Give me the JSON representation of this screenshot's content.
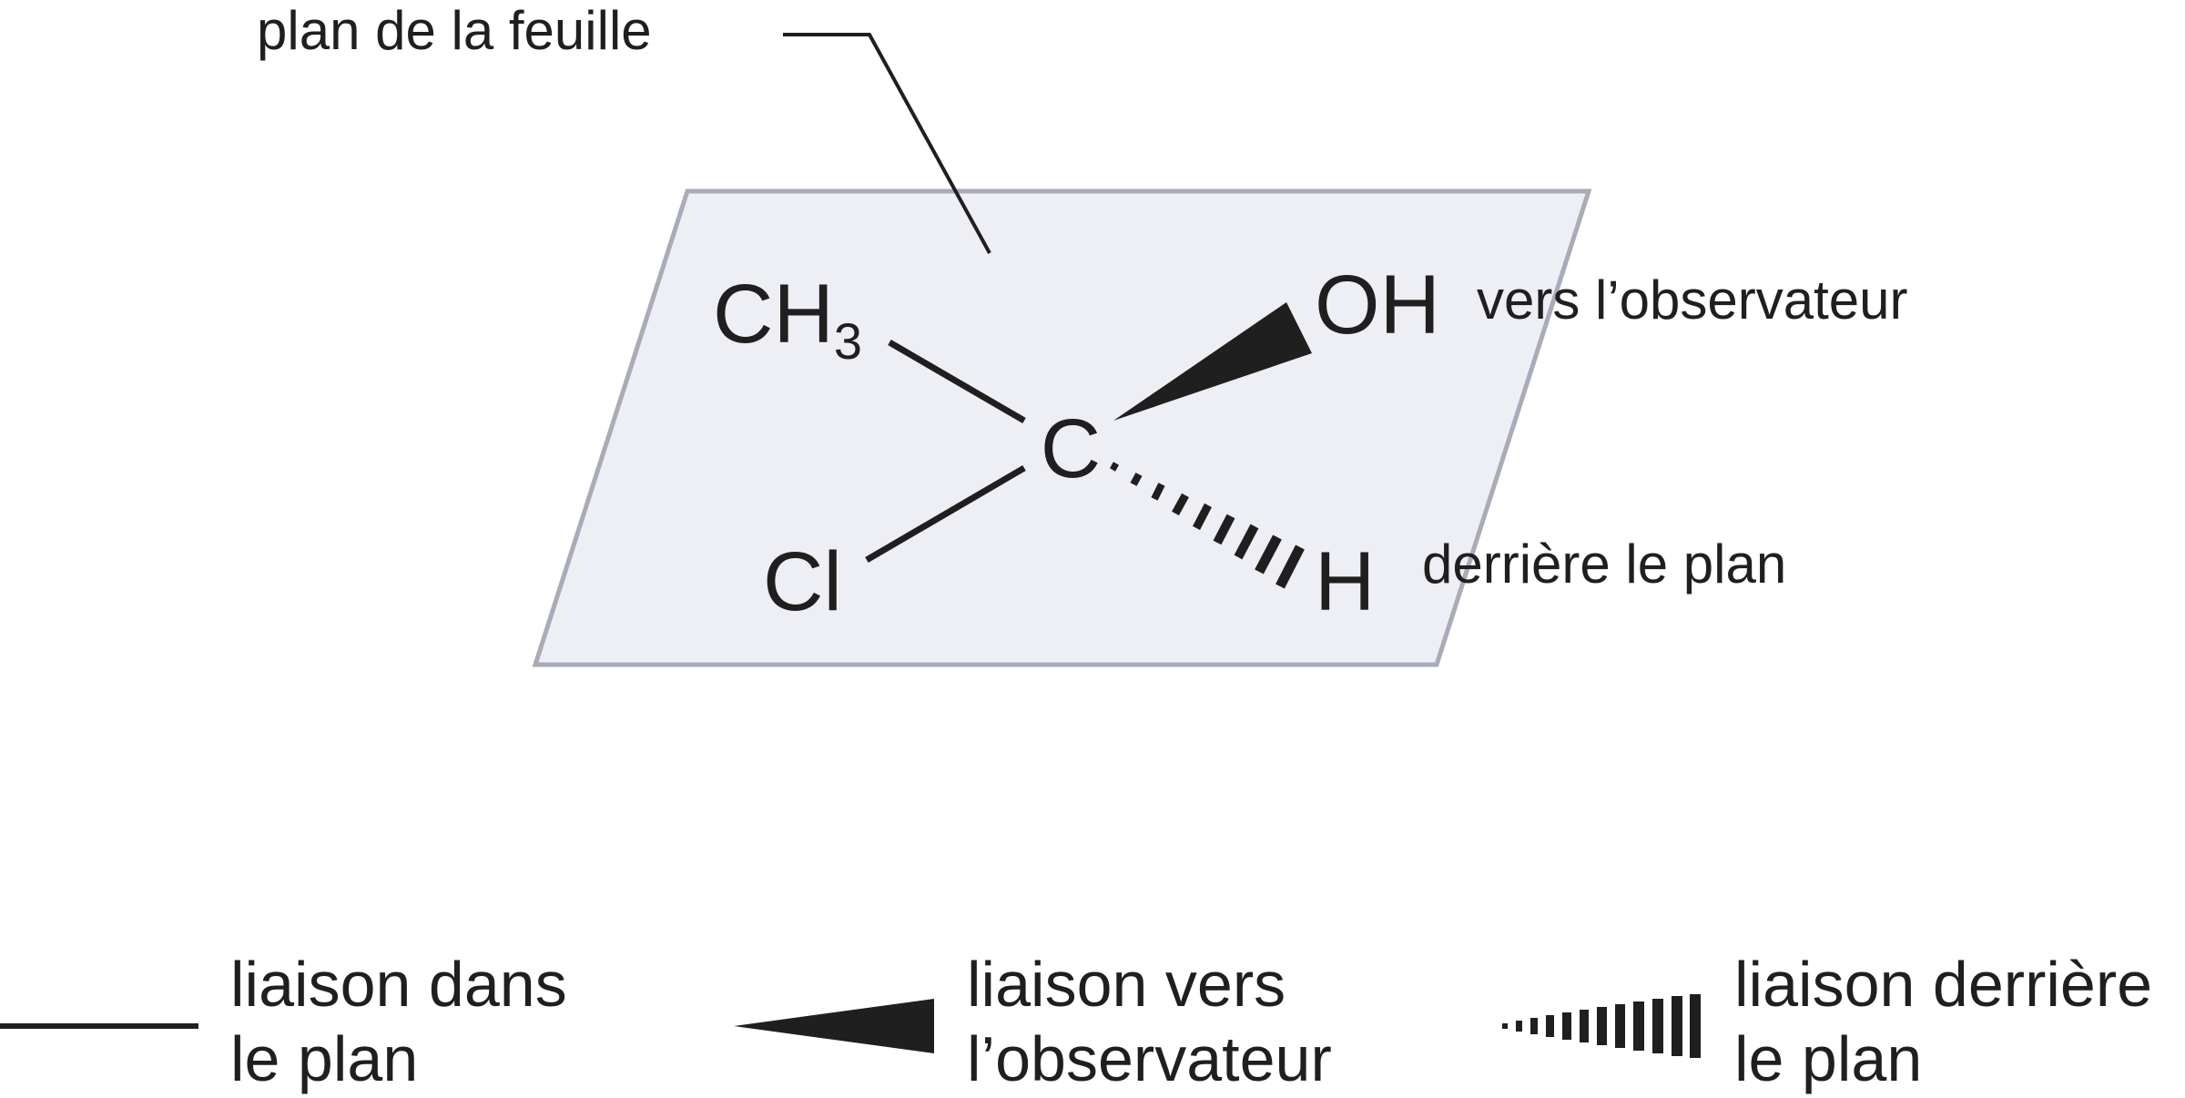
{
  "colors": {
    "plane_fill": "#eeeff5",
    "plane_stroke": "#a9abb8",
    "ink": "#1f1f1f"
  },
  "labels": {
    "plane": "plan de la feuille",
    "toward": "vers l’observateur",
    "behind": "derrière le plan"
  },
  "molecule": {
    "center": "C",
    "ch3_main": "CH",
    "ch3_sub": "3",
    "oh": "OH",
    "cl": "Cl",
    "h": "H"
  },
  "legend": {
    "in_plane": [
      "liaison dans",
      "le plan"
    ],
    "toward": [
      "liaison vers",
      "l’observateur"
    ],
    "behind": [
      "liaison derrière",
      "le plan"
    ]
  }
}
